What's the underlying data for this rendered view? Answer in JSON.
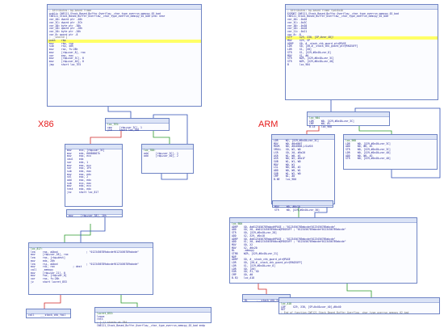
{
  "labels": {
    "left": "X86",
    "right": "ARM"
  },
  "edge_colors": {
    "taken": "#2c9a2c",
    "not_taken": "#d02a2a",
    "flow": "#2f4fb5"
  },
  "x86_main": [
    "; Attributes: bp-based frame",
    "",
    "public CWE121_Stack_Based_Buffer_Overflow__char_type_overrun_memcpy_02_bad",
    "CWE121_Stack_Based_Buffer_Overflow__char_type_overrun_memcpy_02_bad proc near",
    "",
    "var_40= dword ptr -40h",
    "var_3C= dword ptr -3Ch",
    "var_38= byte ptr -38h",
    "var_28= qword ptr -28h",
    "var_20= byte ptr -20h",
    "var_8= qword ptr -8",
    "",
    "; __unwind {",
    "push    rbp",
    "mov     rbp, rsp",
    "sub     rsp, 40h",
    "mov     rax, fs:28h",
    "mov     [rbp+var_8], rax",
    "xor     eax, eax",
    "mov     [rbp+var_3C], 0",
    "mov     [rbp+var_40], 0",
    "jmp     short loc_7E5"
  ],
  "x86_loc7e5": [
    "loc_7E5:",
    "cmp     [rbp+var_3C], 1",
    "jle     short loc_7D8"
  ],
  "x86_left": [
    "mov     ecx, [rbp+var_3C]",
    "mov     edx, 66666667h",
    "mov     eax, ecx",
    "imul    edx",
    "sar     edx, 1",
    "mov     eax, ecx",
    "sar     eax, 1Fh",
    "sub     edx, eax",
    "mov     eax, edx",
    "shl     eax, 2",
    "add     eax, edx",
    "sub     ecx, eax",
    "mov     edx, ecx",
    "test    edx, edx",
    "jnz     short loc_817"
  ],
  "x86_left_tail": [
    "mov     [rbp+var_38], 10h"
  ],
  "x86_loc7d8": [
    "loc_7D8:",
    "add     [rbp+var_3C], 1",
    "add     [rbp+var_40], 2"
  ],
  "x86_loc817": [
    "loc_817:",
    "lea     rax, aAbcd                   ; \"0123456789abcdef0123456789abcde\"",
    "mov     [rbp+var_28], rax",
    "lea     rax, [rbp+dest]",
    "mov     edx, 20h",
    "lea     rsi, aAbcd                   ; \"0123456789abcdef0123456789abcde\"",
    "mov     rdi, rax            ; dest",
    "call    _memcpy",
    "mov     [rbp+var_21], 0",
    "",
    "mov     rax, [rbp+var_8]",
    "xor     rax, fs:28h",
    "jz      short locret_853"
  ],
  "x86_call": [
    "call    ___stack_chk_fail"
  ],
  "x86_ret": [
    "locret_853:",
    "leave",
    "retn",
    "; } // starts at 7B4",
    "CWE121_Stack_Based_Buffer_Overflow__char_type_overrun_memcpy_02_bad endp"
  ],
  "arm_main": [
    "; Attributes: bp-based frame fpd=0x40",
    "",
    "EXPORT CWE121_Stack_Based_Buffer_Overflow__char_type_overrun_memcpy_02_bad",
    "CWE121_Stack_Based_Buffer_Overflow__char_type_overrun_memcpy_02_bad",
    "",
    "var_40= -0x40",
    "var_3C= -0x3C",
    "var_38= -0x38",
    "var_28= -0x28",
    "var_21= -0x21",
    "var_8= -8",
    "",
    "STP     X29, X30, [SP,#var_40]!",
    "MOV     X29, SP",
    "ADRP    X0, #__stack_chk_guard_ptr@PAGE",
    "LDR     X0, [X0,#__stack_chk_guard_ptr@PAGEOFF]",
    "LDR     X1, [X0]",
    "STR     X1, [X29,#0x40+var_8]",
    "MOV     X1, #0",
    "STR     WZR, [X29,#0x40+var_3C]",
    "STR     WZR, [X29,#0x40+var_40]",
    "B       loc_984"
  ],
  "arm_loc984": [
    "loc_984",
    "LDR     W0, [X29,#0x40+var_3C]",
    "CMP     W0, #1",
    "B.LE    loc_968"
  ],
  "arm_left": [
    "LDR     W2, [X29,#0x40+var_3C]",
    "MOV     W0, #0x6667",
    "MOVK    W0, #0x6666,LSL#16",
    "SMULL   X0, W2, W0",
    "LSR     X0, X0, #0x20",
    "ASR     W1, W0, #1",
    "ASR     W0, W2, #0x1F",
    "SUB     W1, W1, W0",
    "MOV     W0, W1",
    "LSL     W0, W0, #2",
    "ADD     W0, W0, W1",
    "SUB     W1, W2, W0",
    "CMP     W1, #0",
    "B.NE    loc_9D0"
  ],
  "arm_left_tail": [
    "MOV     W0, #0x10",
    "STR     W0, [X29,#0x40+var_38]"
  ],
  "arm_loc968": [
    "loc_968",
    "LDR     W0, [X29,#0x40+var_3C]",
    "ADD     W0, W0, #1",
    "STR     W0, [X29,#0x40+var_3C]",
    "LDR     W0, [X29,#0x40+var_40]",
    "ADD     W0, W0, #2",
    "STR     W0, [X29,#0x40+var_40]"
  ],
  "arm_loc9d0": [
    "loc_9D0",
    "ADRP    X0, #a0123456789abcd@PAGE ; \"0123456789abcdef0123456789abcde\"",
    "ADD     X0, X0, #a0123456789abcd@PAGEOFF ; \"0123456789abcdef0123456789abcde\"",
    "STR     X0, [X29,#0x40+var_28]",
    "ADD     X2, X29, #0x18",
    "ADRP    X0, #a0123456789abcd@PAGE ; \"0123456789abcdef0123456789abcde\"",
    "ADD     X1, X0, #a0123456789abcd@PAGEOFF ; \"0123456789abcdef0123456789abcde\"",
    "MOV     X0, X2",
    "MOV     X2, #0x20",
    "BL      .memcpy",
    "STRB    WZR, [X29,#0x40+var_21]",
    "NOP",
    "ADRP    X0, #__stack_chk_guard_ptr@PAGE",
    "LDR     X0, [X0,#__stack_chk_guard_ptr@PAGEOFF]",
    "LDR     X1, [X29,#0x40+var_8]",
    "LDR     X0, [X0]",
    "EOR     X0, X1, X0",
    "CMP     X0, #0",
    "B.EQ    loc_A18"
  ],
  "arm_fail": [
    "BL      .__stack_chk_fail"
  ],
  "arm_a18": [
    "loc_A18",
    "LDP     X29, X30, [SP+0x40+var_40],#0x40",
    "RET",
    "; End of function CWE121_Stack_Based_Buffer_Overflow__char_type_overrun_memcpy_02_bad"
  ]
}
